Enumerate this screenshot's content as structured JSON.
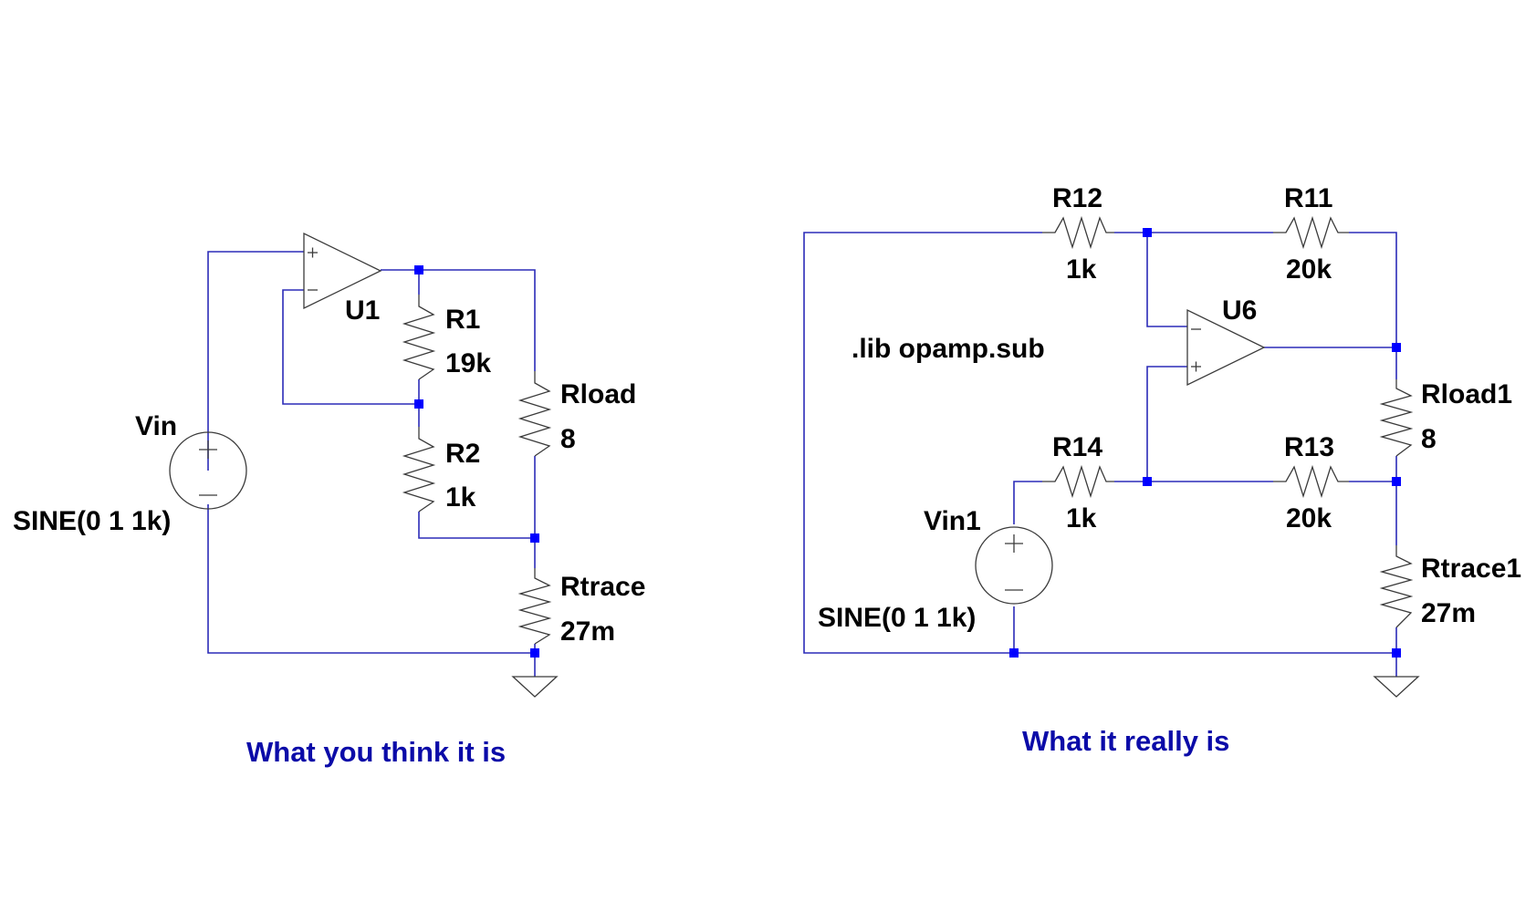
{
  "left": {
    "caption": "What you think it is",
    "opamp": {
      "name": "U1"
    },
    "r1": {
      "name": "R1",
      "value": "19k"
    },
    "r2": {
      "name": "R2",
      "value": "1k"
    },
    "rload": {
      "name": "Rload",
      "value": "8"
    },
    "rtrace": {
      "name": "Rtrace",
      "value": "27m"
    },
    "source": {
      "name": "Vin",
      "value": "SINE(0 1 1k)"
    }
  },
  "right": {
    "caption": "What it really is",
    "directive": ".lib opamp.sub",
    "opamp": {
      "name": "U6"
    },
    "r11": {
      "name": "R11",
      "value": "20k"
    },
    "r12": {
      "name": "R12",
      "value": "1k"
    },
    "r13": {
      "name": "R13",
      "value": "20k"
    },
    "r14": {
      "name": "R14",
      "value": "1k"
    },
    "rload": {
      "name": "Rload1",
      "value": "8"
    },
    "rtrace": {
      "name": "Rtrace1",
      "value": "27m"
    },
    "source": {
      "name": "Vin1",
      "value": "SINE(0 1 1k)"
    }
  },
  "symbols": {
    "plus": "+",
    "minus": "−"
  },
  "colors": {
    "wire": "#2b2bb8",
    "node": "#0000ff",
    "caption": "#0b0ba8",
    "label": "#000000"
  }
}
